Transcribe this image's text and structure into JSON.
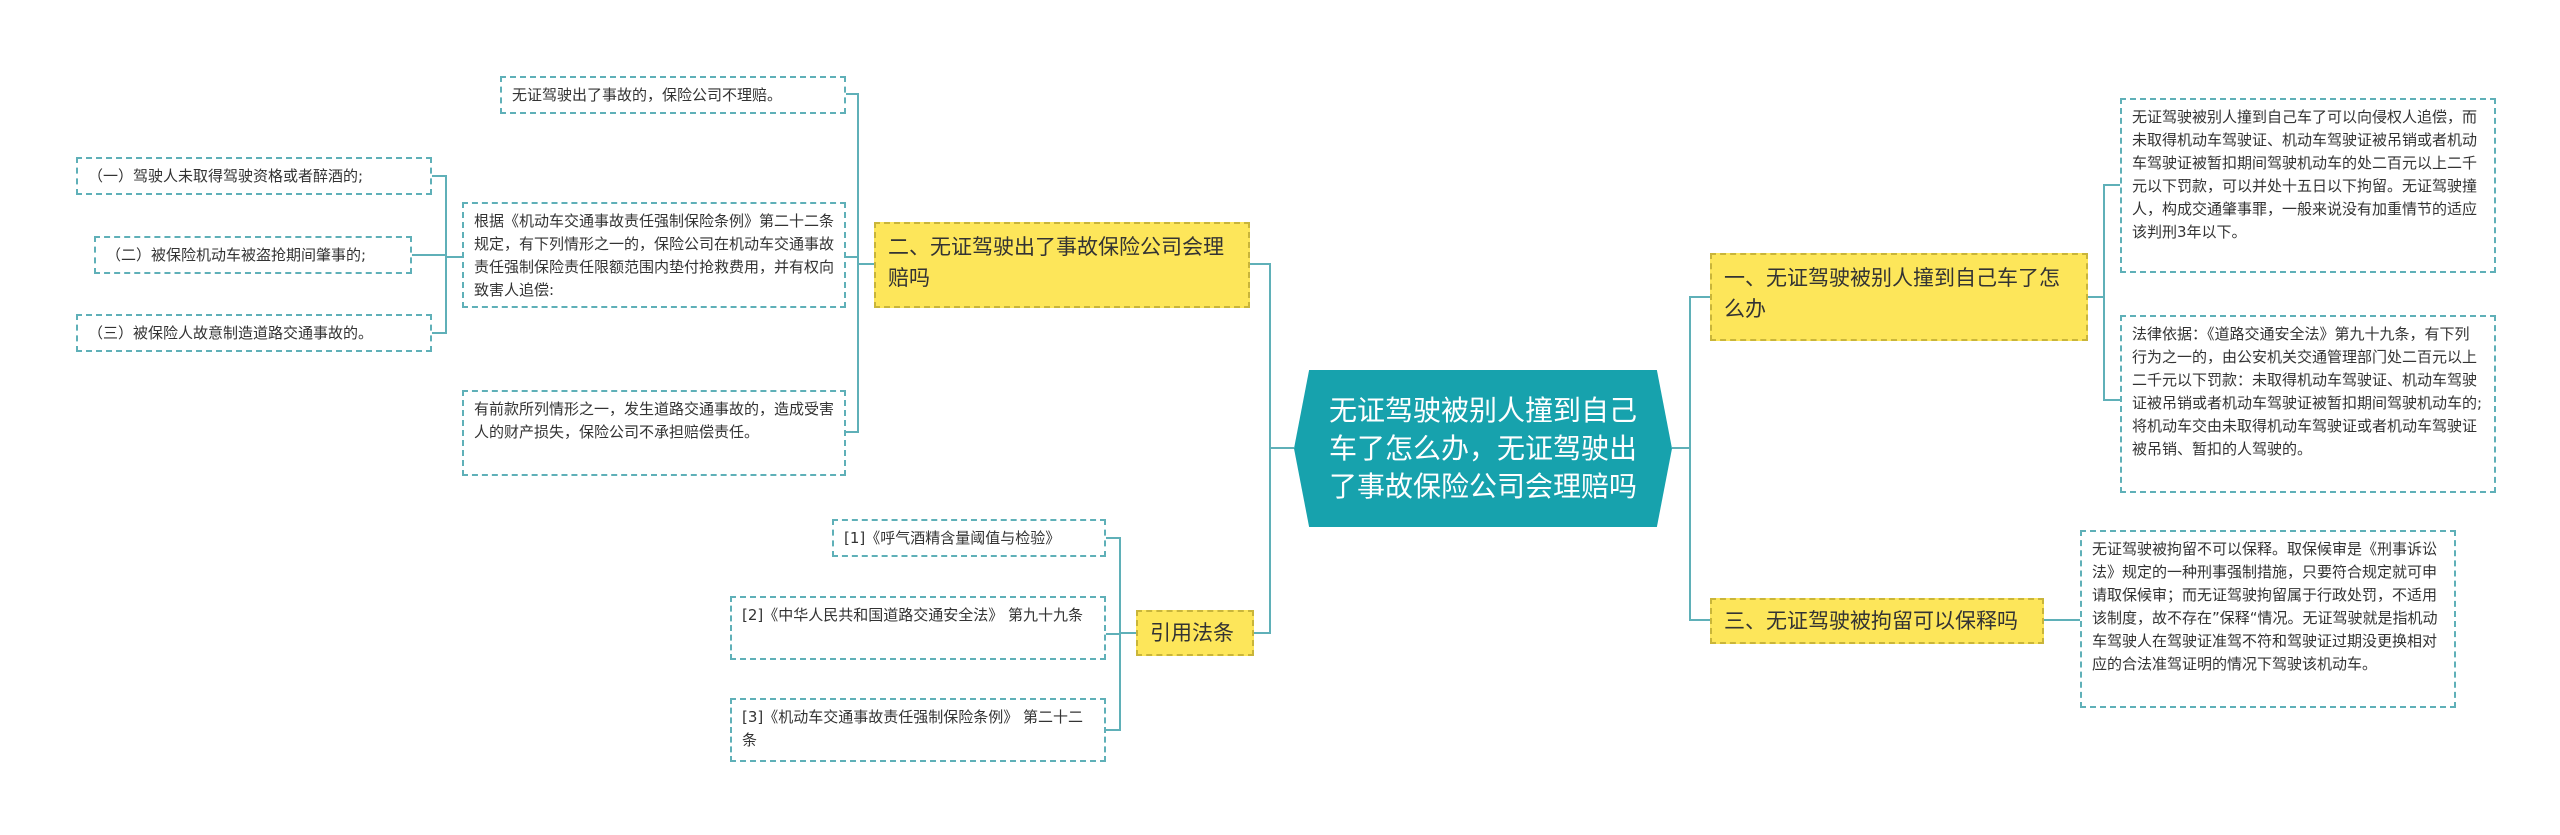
{
  "center": "无证驾驶被别人撞到自己车了怎么办，无证驾驶出了事故保险公司会理赔吗",
  "right": {
    "branch1": {
      "title": "一、无证驾驶被别人撞到自己车了怎么办",
      "leaves": [
        "无证驾驶被别人撞到自己车了可以向侵权人追偿，而未取得机动车驾驶证、机动车驾驶证被吊销或者机动车驾驶证被暂扣期间驾驶机动车的处二百元以上二千元以下罚款，可以并处十五日以下拘留。无证驾驶撞人，构成交通肇事罪，一般来说没有加重情节的适应该判刑3年以下。",
        "法律依据：《道路交通安全法》第九十九条，有下列行为之一的，由公安机关交通管理部门处二百元以上二千元以下罚款：未取得机动车驾驶证、机动车驾驶证被吊销或者机动车驾驶证被暂扣期间驾驶机动车的;将机动车交由未取得机动车驾驶证或者机动车驾驶证被吊销、暂扣的人驾驶的。"
      ]
    },
    "branch3": {
      "title": "三、无证驾驶被拘留可以保释吗",
      "leaves": [
        "无证驾驶被拘留不可以保释。取保候审是《刑事诉讼法》规定的一种刑事强制措施，只要符合规定就可申请取保候审；而无证驾驶拘留属于行政处罚，不适用该制度，故不存在”保释“情况。无证驾驶就是指机动车驾驶人在驾驶证准驾不符和驾驶证过期没更换相对应的合法准驾证明的情况下驾驶该机动车。"
      ]
    }
  },
  "left": {
    "branch2": {
      "title": "二、无证驾驶出了事故保险公司会理赔吗",
      "leaf_top": "无证驾驶出了事故的，保险公司不理赔。",
      "leaf_mid": "根据《机动车交通事故责任强制保险条例》第二十二条规定，有下列情形之一的，保险公司在机动车交通事故责任强制保险责任限额范围内垫付抢救费用，并有权向致害人追偿:",
      "sub": [
        "（一）驾驶人未取得驾驶资格或者醉酒的;",
        "（二）被保险机动车被盗抢期间肇事的;",
        "（三）被保险人故意制造道路交通事故的。"
      ],
      "leaf_bottom": "有前款所列情形之一，发生道路交通事故的，造成受害人的财产损失，保险公司不承担赔偿责任。"
    },
    "refs": {
      "title": "引用法条",
      "items": [
        "[1]《呼气酒精含量阈值与检验》",
        "[2]《中华人民共和国道路交通安全法》 第九十九条",
        "[3]《机动车交通事故责任强制保险条例》 第二十二条"
      ]
    }
  },
  "colors": {
    "center_bg": "#17a2ad",
    "branch_bg": "#fde65a",
    "line": "#5fb0b8"
  }
}
